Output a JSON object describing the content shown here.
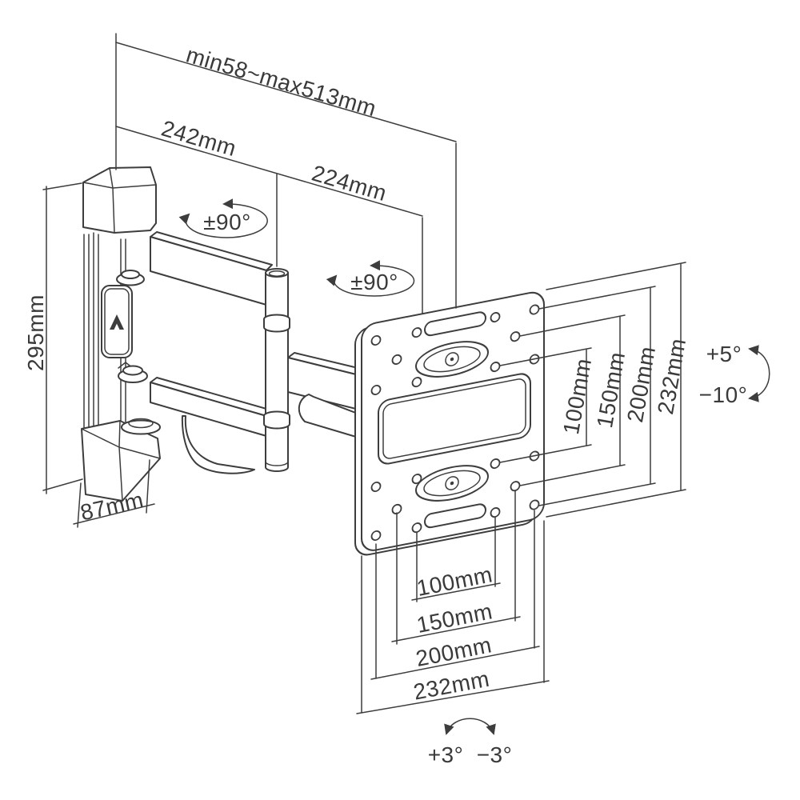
{
  "diagram": {
    "name": "tv-wall-mount-technical-drawing",
    "subject": "Full-motion articulating TV wall mount with dimension annotations",
    "line_color": "#3d3d3d",
    "background_color": "#ffffff",
    "labels": {
      "extension_range": "min58~max513mm",
      "arm_front_segment": "242mm",
      "arm_rear_segment": "224mm",
      "wall_plate_height": "295mm",
      "wall_plate_depth": "87mm",
      "swivel_front": "±90°",
      "swivel_rear": "±90°",
      "tilt_up": "+5°",
      "tilt_down": "−10°",
      "level_clockwise": "+3°",
      "level_counterclockwise": "−3°",
      "vesa_vertical": {
        "v100": "100mm",
        "v150": "150mm",
        "v200": "200mm",
        "v232": "232mm"
      },
      "vesa_horizontal": {
        "h100": "100mm",
        "h150": "150mm",
        "h200": "200mm",
        "h232": "232mm"
      }
    }
  }
}
